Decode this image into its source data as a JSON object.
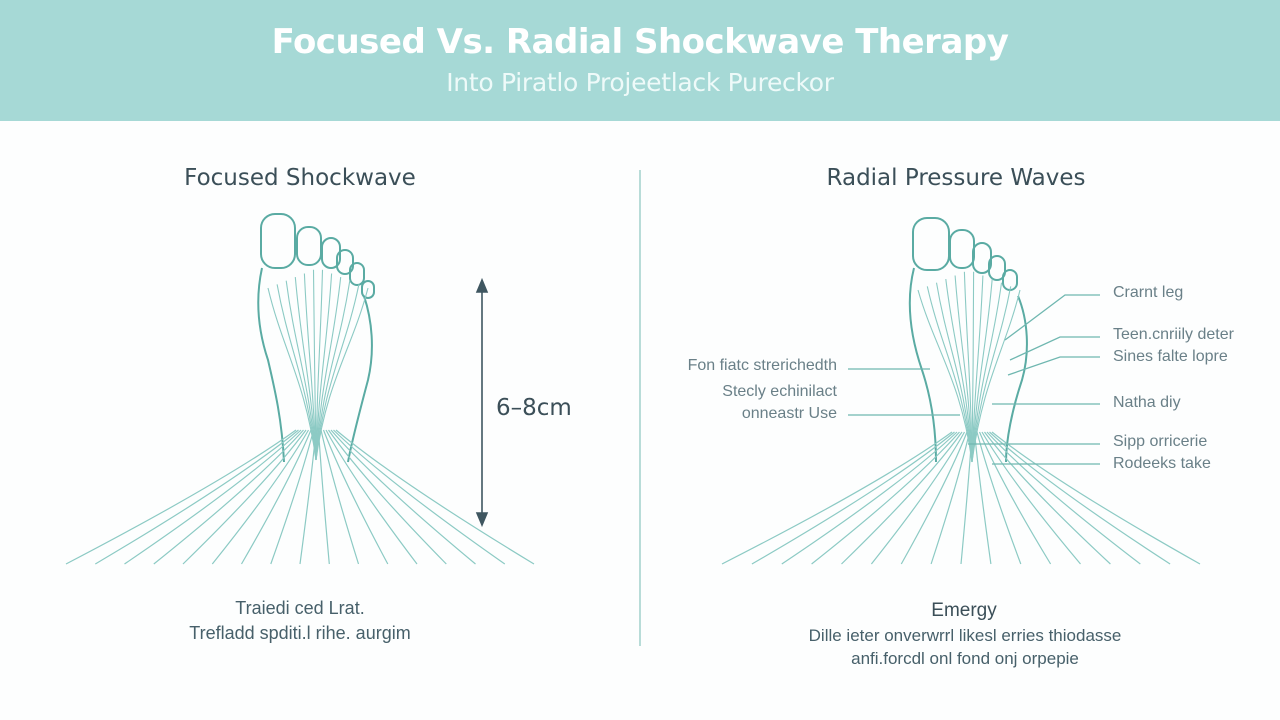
{
  "header": {
    "title": "Focused Vs. Radial Shockwave Therapy",
    "subtitle": "Into Piratlo Projeetlack Pureckor"
  },
  "left_panel": {
    "heading": "Focused Shockwave",
    "measurement": "6–8cm",
    "caption_line1": "Traiedi ced Lrat.",
    "caption_line2": "Trefladd spditi.l rihe. aurgim"
  },
  "right_panel": {
    "heading": "Radial Pressure Waves",
    "left_labels": [
      "Fon fiatc strerichedth",
      "Stecly echinilact",
      "onneastr Use"
    ],
    "right_labels": [
      "Crarnt leg",
      "Teen.cnriily deter",
      "Sines falte lopre",
      "Natha diy",
      "Sipp orricerie",
      "Rodeeks take"
    ],
    "caption_title": "Emergy",
    "caption_line1": "Dille ieter onverwrrl likesl erries thiodasse",
    "caption_line2": "anfi.forcdl onl fond onj orpepie"
  },
  "colors": {
    "header_bg": "#a6d9d6",
    "line_teal": "#79bfb9",
    "outline_teal": "#5aaba3",
    "text_dark": "#3b4f58"
  }
}
